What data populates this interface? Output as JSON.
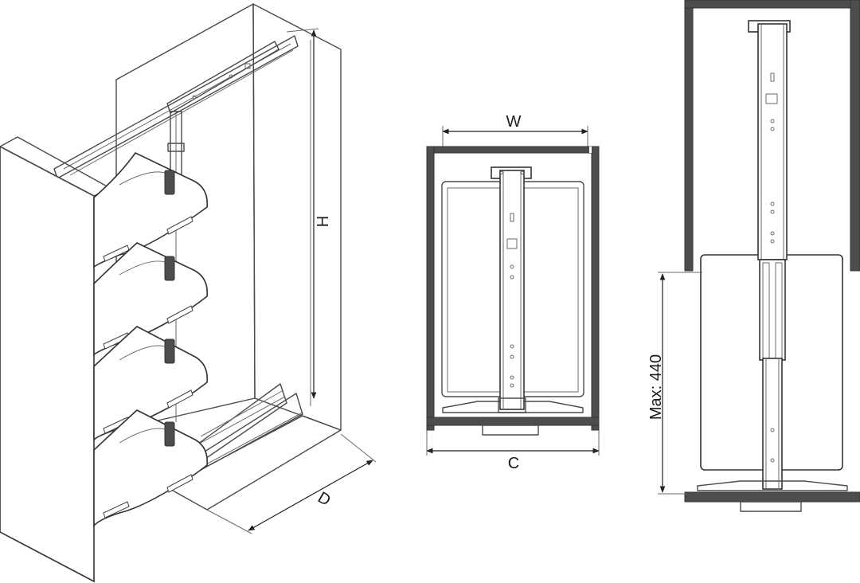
{
  "dimensions": {
    "height_label": "H",
    "depth_label": "D",
    "width_label": "W",
    "cabinet_width_label": "C",
    "max_extension_label": "Max: 440"
  },
  "colors": {
    "line": "#4a4a4a",
    "cabinet_wall": "#4d4d4d",
    "background": "#ffffff"
  }
}
